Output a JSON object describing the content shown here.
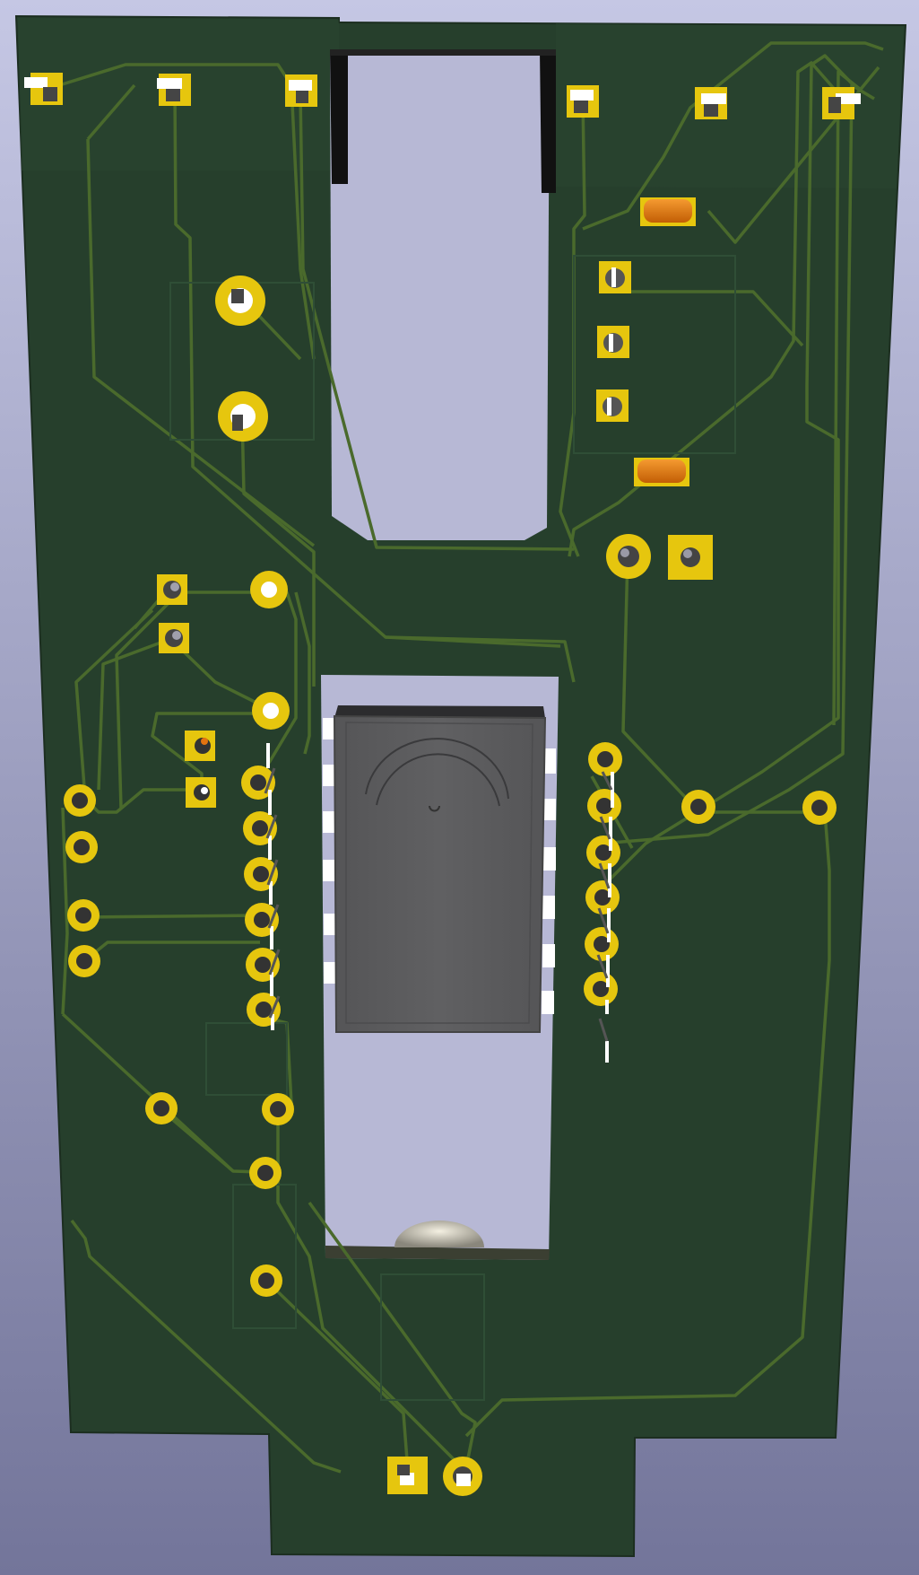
{
  "scene": {
    "kind": "pcb-3d-viewer-render",
    "colors": {
      "background_top": "#c5c7e4",
      "background_bottom": "#73759a",
      "board": "#263f2c",
      "board_edge": "#1c2e20",
      "trace": "#4a6a2c",
      "silkscreen": "#2c4a34",
      "pad": "#e6c60e",
      "pad_dark": "#b59a08",
      "drill": "#2b3b30",
      "pin_white": "#ffffff",
      "ic_body": "#5c5c5e",
      "ic_top": "#2c2c2e",
      "smd_orange": "#e07a10",
      "cutout": "#b7b8d5"
    },
    "components": [
      "mounting-pads-row",
      "usb-slot-cutout",
      "electrolytic-capacitor",
      "dip-ic",
      "pin-headers",
      "smd-capacitors",
      "battery-connector"
    ]
  }
}
